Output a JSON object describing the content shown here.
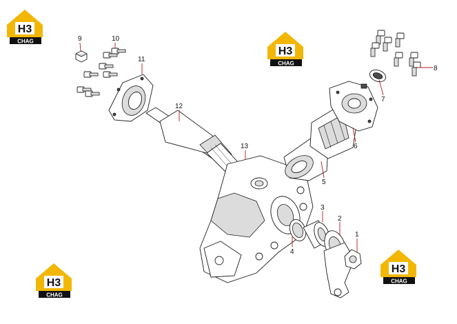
{
  "logo": {
    "letters": "H3",
    "caption": "CHAG",
    "house_color": "#f2b705",
    "roof_color": "#f2b705",
    "caption_bg": "#111111"
  },
  "callouts": [
    "1",
    "2",
    "3",
    "4",
    "5",
    "6",
    "7",
    "8",
    "9",
    "10",
    "11",
    "12",
    "13"
  ],
  "leader_color": "#b01818"
}
